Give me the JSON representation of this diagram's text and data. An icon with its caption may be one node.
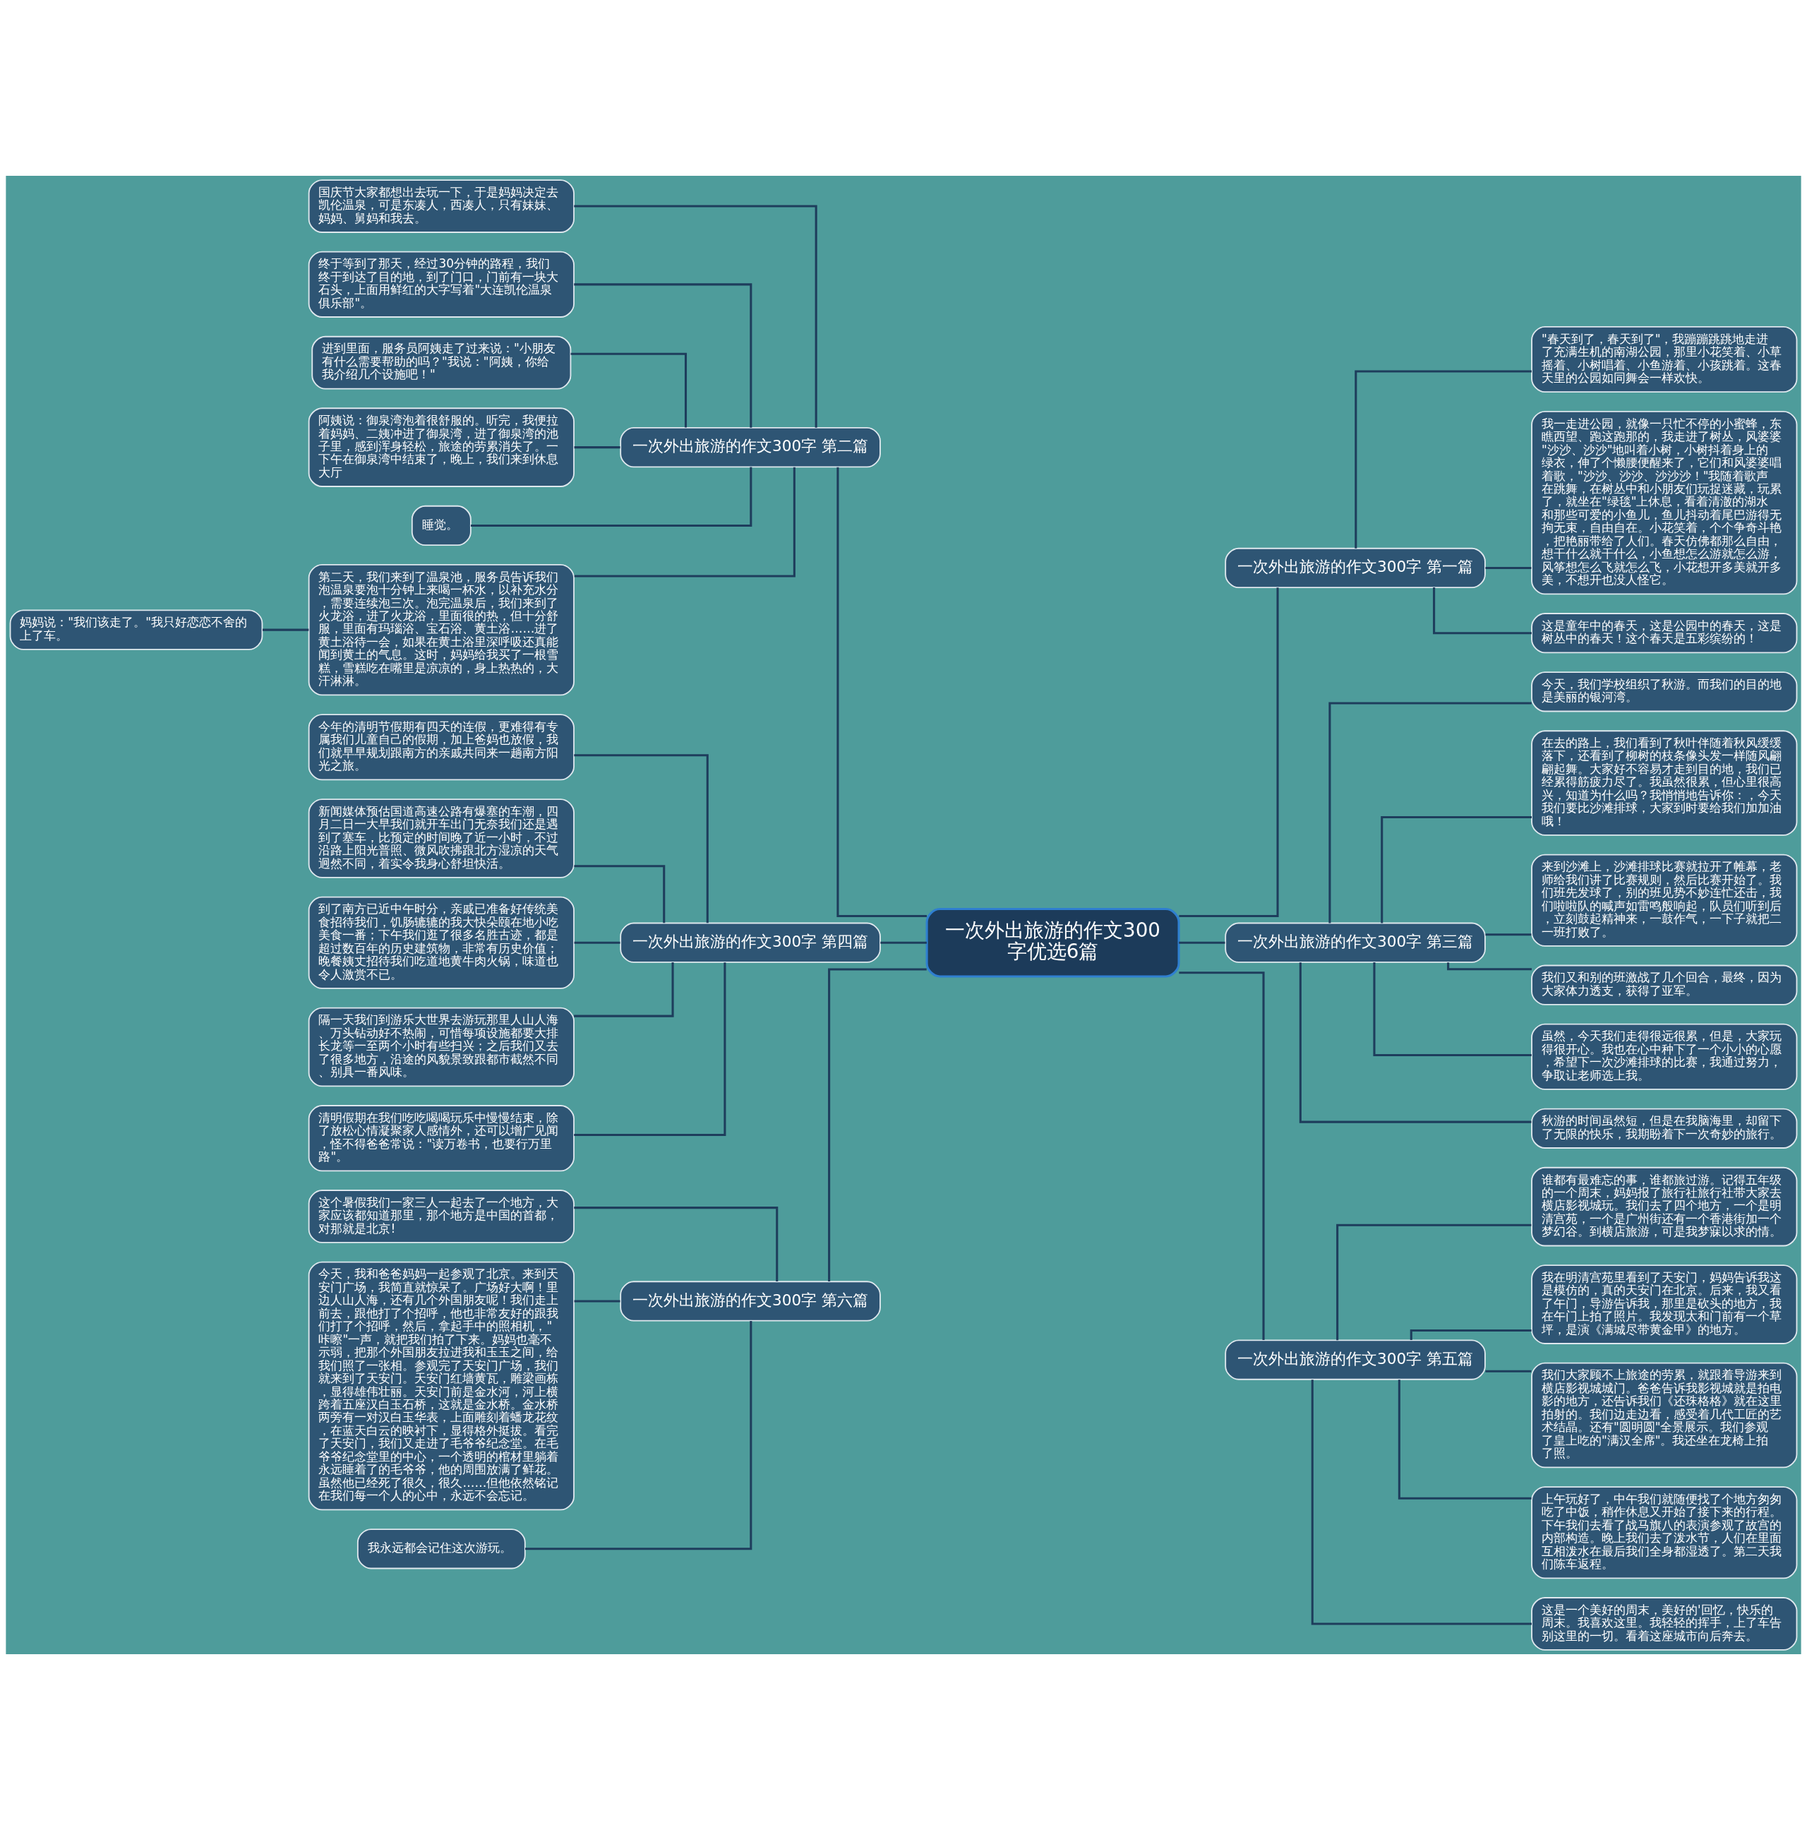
{
  "diagram": {
    "nodes": [
      {
        "text": [
          "一次外出旅游的作文300字优选6篇"
        ]
      },
      {
        "text": [
          "一次外出旅游的作文300字 第一篇"
        ]
      },
      {
        "text": [
          "\"春天到了，春天到了\"，我蹦蹦跳跳地走进了充满生机的南湖公园，那里小花笑着、小草摇着、小树唱着、小鱼游着、小孩跳着。这春天里的公园如同舞会一样欢快。"
        ]
      },
      {
        "text": [
          "我一走进公园，就像一只忙不停的小蜜蜂，东瞧西望、跑这跑那的，我走进了树丛，风婆婆\"沙沙、沙沙\"地叫着小树，小树抖着身上的绿衣，伸了个懒腰便醒来了，它们和风婆婆唱着歌，\"沙沙、沙沙、沙沙沙！\"我随着歌声在跳舞，在树丛中和小朋友们玩捉迷藏，玩累了，就坐在\"绿毯\"上休息，看着清澈的湖水和那些可爱的小鱼儿，鱼儿抖动着尾巴游得无拘无束，自由自在。小花笑着，个个争奇斗艳，把艳丽带给了人们。春天仿佛都那么自由，想干什么就干什么，小鱼想怎么游就怎么游，风筝想怎么飞就怎么飞，小花想开多美就开多美，不想开也没人怪它。"
        ]
      },
      {
        "text": [
          "这是童年中的春天，这是公园中的春天，这是树丛中的春天！这个春天是五彩缤纷的！"
        ]
      },
      {
        "text": [
          "一次外出旅游的作文300字 第三篇"
        ]
      },
      {
        "text": [
          "今天，我们学校组织了秋游。而我们的目的地是美丽的银河湾。"
        ]
      },
      {
        "text": [
          "在去的路上，我们看到了秋叶伴随着秋风缓缓落下，还看到了柳树的枝条像头发一样随风翩翩起舞。大家好不容易才走到目的地，我们已经累得筋疲力尽了。我虽然很累，但心里很高兴，知道为什么吗？我悄悄地告诉你：，今天我们要比沙滩排球，大家到时要给我们加加油哦！"
        ]
      },
      {
        "text": [
          "来到沙滩上，沙滩排球比赛就拉开了帷幕，老师给我们讲了比赛规则，然后比赛开始了。我们班先发球了，别的班见势不妙连忙还击，我们啦啦队的喊声如雷鸣般响起，队员们听到后，立刻鼓起精神来，一鼓作气，一下子就把二一班打败了。"
        ]
      },
      {
        "text": [
          "我们又和别的班激战了几个回合，最终，因为大家体力透支，获得了亚军。"
        ]
      },
      {
        "text": [
          "虽然，今天我们走得很远很累，但是，大家玩得很开心。我也在心中种下了一个小小的心愿，希望下一次沙滩排球的比赛，我通过努力，争取让老师选上我。"
        ]
      },
      {
        "text": [
          "秋游的时间虽然短，但是在我脑海里，却留下了无限的快乐，我期盼着下一次奇妙的旅行。"
        ]
      },
      {
        "text": [
          "一次外出旅游的作文300字 第五篇"
        ]
      },
      {
        "text": [
          "谁都有最难忘的事，谁都旅过游。记得五年级的一个周末，妈妈报了旅行社旅行社带大家去横店影视城玩。我们去了四个地方，一个是明清宫苑，一个是广州街还有一个香港街加一个梦幻谷。到横店旅游，可是我梦寐以求的情。"
        ]
      },
      {
        "text": [
          "我在明清宫苑里看到了天安门，妈妈告诉我这是模仿的，真的天安门在北京。后来，我又看了午门，导游告诉我，那里是砍头的地方，我在午门上拍了照片。我发现太和门前有一个草坪，是演《满城尽带黄金甲》的地方。"
        ]
      },
      {
        "text": [
          "我们大家顾不上旅途的劳累，就跟着导游来到横店影视城城门。爸爸告诉我影视城就是拍电影的地方，还告诉我们《还珠格格》就在这里拍射的。我们边走边看，感受着几代工匠的艺术结晶。还有\"圆明圆\"全景展示。我们参观了皇上吃的\"满汉全席\"。我还坐在龙椅上拍了照。"
        ]
      },
      {
        "text": [
          "上午玩好了，中午我们就随便找了个地方匆匆吃了中饭，稍作休息又开始了接下来的行程。下午我们去看了战马旗八的表演参观了故宫的内部构造。晚上我们去了泼水节，人们在里面互相泼水在最后我们全身都湿透了。第二天我们陈车返程。"
        ]
      },
      {
        "text": [
          "这是一个美好的周末，美好的'回忆，快乐的周末。我喜欢这里。我轻轻的挥手，上了车告别这里的一切。看着这座城市向后奔去。"
        ]
      },
      {
        "text": [
          "一次外出旅游的作文300字 第二篇"
        ]
      },
      {
        "text": [
          "国庆节大家都想出去玩一下，于是妈妈决定去凯伦温泉，可是东凑人，西凑人，只有妹妹、妈妈、舅妈和我去。"
        ]
      },
      {
        "text": [
          "终于等到了那天，经过30分钟的路程，我们终于到达了目的地，到了门口，门前有一块大石头，上面用鲜红的大字写着\"大连凯伦温泉俱乐部\"。"
        ]
      },
      {
        "text": [
          "进到里面，服务员阿姨走了过来说：\"小朋友有什么需要帮助的吗？\"我说：\"阿姨，你给我介绍几个设施吧！\""
        ]
      },
      {
        "text": [
          "阿姨说：御泉湾泡着很舒服的。听完，我便拉着妈妈、二姨冲进了御泉湾，进了御泉湾的池子里，感到浑身轻松，旅途的劳累消失了。一下午在御泉湾中结束了，晚上，我们来到休息大厅"
        ]
      },
      {
        "text": [
          "睡觉。"
        ]
      },
      {
        "text": [
          "第二天，我们来到了温泉池，服务员告诉我们泡温泉要泡十分钟上来喝一杯水，以补充水分，需要连续泡三次。泡完温泉后，我们来到了火龙浴，进了火龙浴，里面很的热，但十分舒服，里面有玛瑙浴、宝石浴、黄土浴……进了黄土浴待一会，如果在黄土浴里深呼吸还真能闻到黄土的气息。这时，妈妈给我买了一根雪糕，雪糕吃在嘴里是凉凉的，身上热热的，大汗淋淋。"
        ]
      },
      {
        "text": [
          "妈妈说：\"我们该走了。\"我只好恋恋不舍的上了车。"
        ]
      },
      {
        "text": [
          "一次外出旅游的作文300字 第四篇"
        ]
      },
      {
        "text": [
          "今年的清明节假期有四天的连假，更难得有专属我们儿童自己的假期，加上爸妈也放假，我们就早早规划跟南方的亲戚共同来一趟南方阳光之旅。"
        ]
      },
      {
        "text": [
          "新闻媒体预估国道高速公路有爆塞的车潮，四月二日一大早我们就开车出门无奈我们还是遇到了塞车，比预定的时间晚了近一小时，不过沿路上阳光普照、微风吹拂跟北方湿凉的天气迥然不同，着实令我身心舒坦快活。"
        ]
      },
      {
        "text": [
          "到了南方已近中午时分，亲戚已准备好传统美食招待我们，饥肠辘辘的我大快朵颐在地小吃美食一番；下午我们逛了很多名胜古迹，都是超过数百年的历史建筑物，非常有历史价值；晚餐姨丈招待我们吃道地黄牛肉火锅，味道也令人激赏不已。"
        ]
      },
      {
        "text": [
          "隔一天我们到游乐大世界去游玩那里人山人海、万头钻动好不热闹，可惜每项设施都要大排长龙等一至两个小时有些扫兴；之后我们又去了很多地方，沿途的风貌景致跟都市截然不同、别具一番风味。"
        ]
      },
      {
        "text": [
          "清明假期在我们吃吃喝喝玩乐中慢慢结束，除了放松心情凝聚家人感情外，还可以增广见闻，怪不得爸爸常说：\"读万卷书，也要行万里路\"。"
        ]
      },
      {
        "text": [
          "一次外出旅游的作文300字 第六篇"
        ]
      },
      {
        "text": [
          "这个暑假我们一家三人一起去了一个地方，大家应该都知道那里，那个地方是中国的首都，对那就是北京!"
        ]
      },
      {
        "text": [
          "今天，我和爸爸妈妈一起参观了北京。来到天安门广场，我简直就惊呆了。广场好大啊！里边人山人海，还有几个外国朋友呢！我们走上前去，跟他打了个招呼，他也非常友好的跟我们打了个招呼，然后，拿起手中的照相机，\"咔嚓\"一声，就把我们拍了下来。妈妈也毫不示弱，把那个外国朋友拉进我和玉玉之间，给我们照了一张相。参观完了天安门广场，我们就来到了天安门。天安门红墙黄瓦，雕梁画栋，显得雄伟壮丽。天安门前是金水河，河上横跨着五座汉白玉石桥，这就是金水桥。金水桥两旁有一对汉白玉华表，上面雕刻着蟠龙花纹，在蓝天白云的映衬下，显得格外挺拔。看完了天安门，我们又走进了毛爷爷纪念堂。在毛爷爷纪念堂里的中心，一个透明的棺材里躺着永远睡着了的毛爷爷，他的周围放满了鲜花。虽然他已经死了很久，很久……但他依然铭记在我们每一个人的心中，永远不会忘记。"
        ]
      },
      {
        "text": [
          "我永远都会记住这次游玩。"
        ]
      }
    ],
    "edges": [
      {
        "from": 0,
        "to": 1,
        "arrow": "none"
      },
      {
        "from": 1,
        "to": 2,
        "arrow": "none"
      },
      {
        "from": 1,
        "to": 3,
        "arrow": "none"
      },
      {
        "from": 1,
        "to": 4,
        "arrow": "none"
      },
      {
        "from": 0,
        "to": 5,
        "arrow": "none"
      },
      {
        "from": 5,
        "to": 6,
        "arrow": "none"
      },
      {
        "from": 5,
        "to": 7,
        "arrow": "none"
      },
      {
        "from": 5,
        "to": 8,
        "arrow": "none"
      },
      {
        "from": 5,
        "to": 9,
        "arrow": "none"
      },
      {
        "from": 5,
        "to": 10,
        "arrow": "none"
      },
      {
        "from": 5,
        "to": 11,
        "arrow": "none"
      },
      {
        "from": 0,
        "to": 12,
        "arrow": "none"
      },
      {
        "from": 12,
        "to": 13,
        "arrow": "none"
      },
      {
        "from": 12,
        "to": 14,
        "arrow": "none"
      },
      {
        "from": 12,
        "to": 15,
        "arrow": "none"
      },
      {
        "from": 12,
        "to": 16,
        "arrow": "none"
      },
      {
        "from": 12,
        "to": 17,
        "arrow": "none"
      },
      {
        "from": 0,
        "to": 18,
        "arrow": "none"
      },
      {
        "from": 18,
        "to": 19,
        "arrow": "none"
      },
      {
        "from": 18,
        "to": 20,
        "arrow": "none"
      },
      {
        "from": 18,
        "to": 21,
        "arrow": "none"
      },
      {
        "from": 18,
        "to": 22,
        "arrow": "none"
      },
      {
        "from": 18,
        "to": 23,
        "arrow": "none"
      },
      {
        "from": 18,
        "to": 24,
        "arrow": "none"
      },
      {
        "from": 24,
        "to": 25,
        "arrow": "none"
      },
      {
        "from": 0,
        "to": 26,
        "arrow": "none"
      },
      {
        "from": 26,
        "to": 27,
        "arrow": "none"
      },
      {
        "from": 26,
        "to": 28,
        "arrow": "none"
      },
      {
        "from": 26,
        "to": 29,
        "arrow": "none"
      },
      {
        "from": 26,
        "to": 30,
        "arrow": "none"
      },
      {
        "from": 26,
        "to": 31,
        "arrow": "none"
      },
      {
        "from": 0,
        "to": 32,
        "arrow": "none"
      },
      {
        "from": 32,
        "to": 33,
        "arrow": "none"
      },
      {
        "from": 32,
        "to": 34,
        "arrow": "none"
      },
      {
        "from": 32,
        "to": 35,
        "arrow": "none"
      }
    ]
  }
}
